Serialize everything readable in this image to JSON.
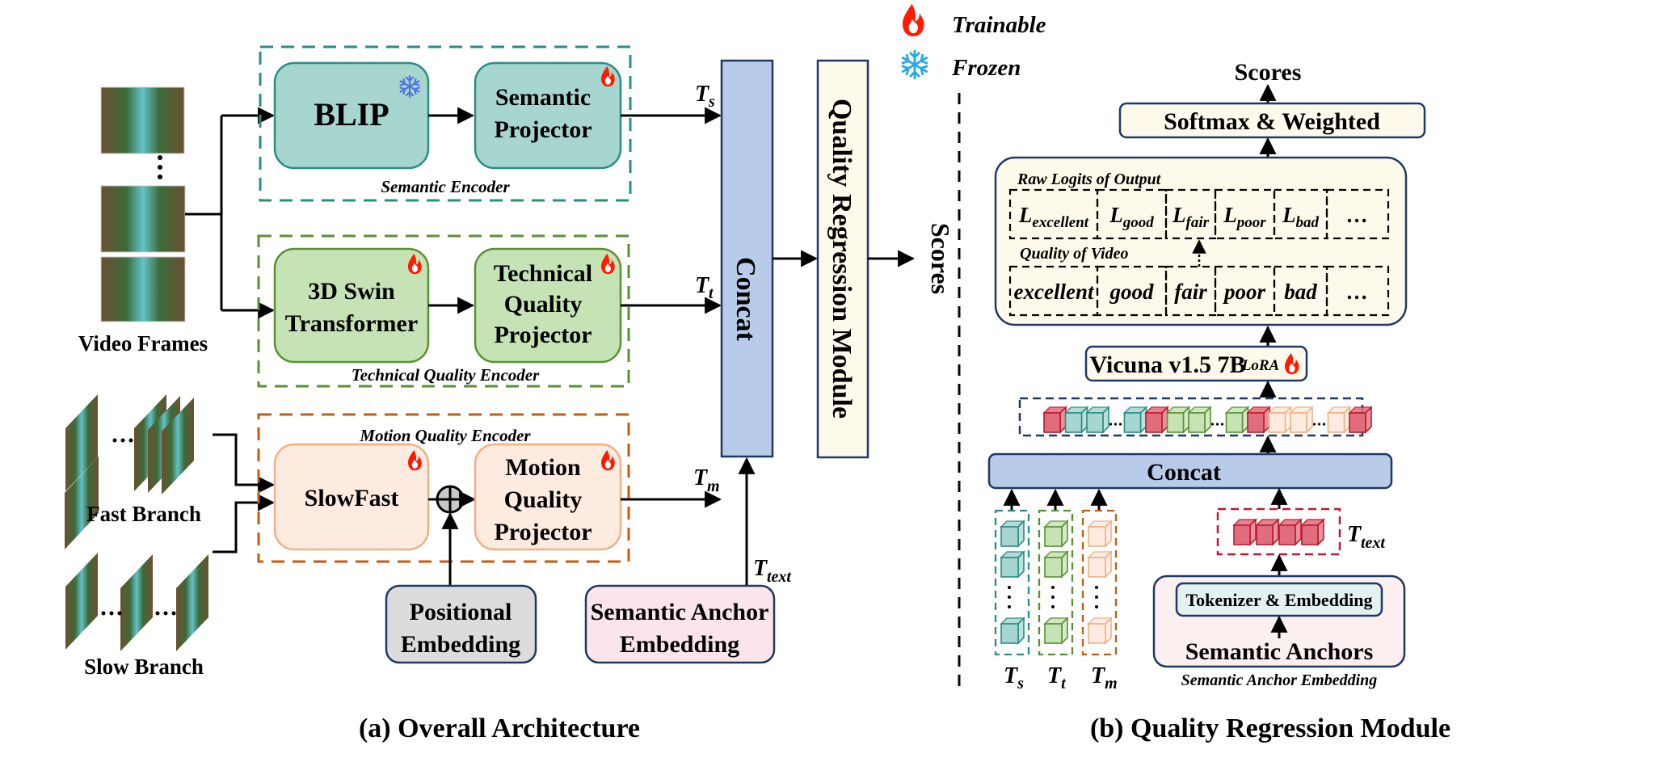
{
  "legend": {
    "trainable": "Trainable",
    "frozen": "Frozen"
  },
  "colors": {
    "semantic_fill": "#a7d5cf",
    "semantic_stroke": "#2b8c84",
    "technical_fill": "#c5e3b4",
    "technical_stroke": "#5b8f34",
    "motion_fill": "#fdebe0",
    "motion_stroke": "#f0b083",
    "motion_dash": "#c55a11",
    "concat_fill": "#b8cbe8",
    "concat_stroke": "#1f3864",
    "qrm_fill": "#fefaeb",
    "positional_fill": "#dcdcdc",
    "anchor_fill": "#fbe5ea",
    "text_token_fill": "#e06d7c",
    "text_token_stroke": "#c0182f",
    "flame": "#ff1a00",
    "snowflake": "#4f8fe0"
  },
  "left": {
    "video_frames_label": "Video Frames",
    "fast_branch_label": "Fast Branch",
    "slow_branch_label": "Slow Branch",
    "semantic_encoder": {
      "label": "Semantic Encoder",
      "backbone": "BLIP",
      "backbone_status": "frozen",
      "projector_lines": [
        "Semantic",
        "Projector"
      ],
      "projector_status": "trainable",
      "output": {
        "base": "T",
        "sub": "s"
      }
    },
    "technical_encoder": {
      "label": "Technical Quality Encoder",
      "backbone_lines": [
        "3D Swin",
        "Transformer"
      ],
      "backbone_status": "trainable",
      "projector_lines": [
        "Technical",
        "Quality",
        "Projector"
      ],
      "projector_status": "trainable",
      "output": {
        "base": "T",
        "sub": "t"
      }
    },
    "motion_encoder": {
      "label": "Motion Quality Encoder",
      "backbone": "SlowFast",
      "backbone_status": "trainable",
      "projector_lines": [
        "Motion",
        "Quality",
        "Projector"
      ],
      "projector_status": "trainable",
      "output": {
        "base": "T",
        "sub": "m"
      }
    },
    "positional_embedding_lines": [
      "Positional",
      "Embedding"
    ],
    "semantic_anchor_embedding_lines": [
      "Semantic Anchor",
      "Embedding"
    ],
    "text_output": {
      "base": "T",
      "sub": "text"
    },
    "concat_label": "Concat",
    "qrm_label": "Quality Regression Module",
    "scores_label": "Scores",
    "caption": "(a) Overall Architecture"
  },
  "right": {
    "scores_label": "Scores",
    "softmax_label": "Softmax & Weighted",
    "raw_logits_title": "Raw Logits of Output",
    "logits": [
      {
        "base": "L",
        "sub": "excellent"
      },
      {
        "base": "L",
        "sub": "good"
      },
      {
        "base": "L",
        "sub": "fair"
      },
      {
        "base": "L",
        "sub": "poor"
      },
      {
        "base": "L",
        "sub": "bad"
      },
      {
        "base": "…",
        "sub": ""
      }
    ],
    "quality_title": "Quality of Video",
    "quality_levels": [
      "excellent",
      "good",
      "fair",
      "poor",
      "bad",
      "…"
    ],
    "llm_label": "Vicuna v1.5 7B",
    "llm_adapter": "LoRA",
    "token_sequence": [
      "text",
      "sem",
      "sem",
      "dots",
      "sem",
      "text",
      "tec",
      "tec",
      "dots",
      "tec",
      "text",
      "mot",
      "mot",
      "dots",
      "mot",
      "text"
    ],
    "concat_label": "Concat",
    "token_groups": [
      {
        "base": "T",
        "sub": "s"
      },
      {
        "base": "T",
        "sub": "t"
      },
      {
        "base": "T",
        "sub": "m"
      }
    ],
    "text_tokens": {
      "base": "T",
      "sub": "text"
    },
    "tokenizer_label": "Tokenizer & Embedding",
    "anchors_label": "Semantic Anchors",
    "anchor_embedding_caption": "Semantic Anchor Embedding",
    "caption": "(b) Quality Regression Module"
  }
}
